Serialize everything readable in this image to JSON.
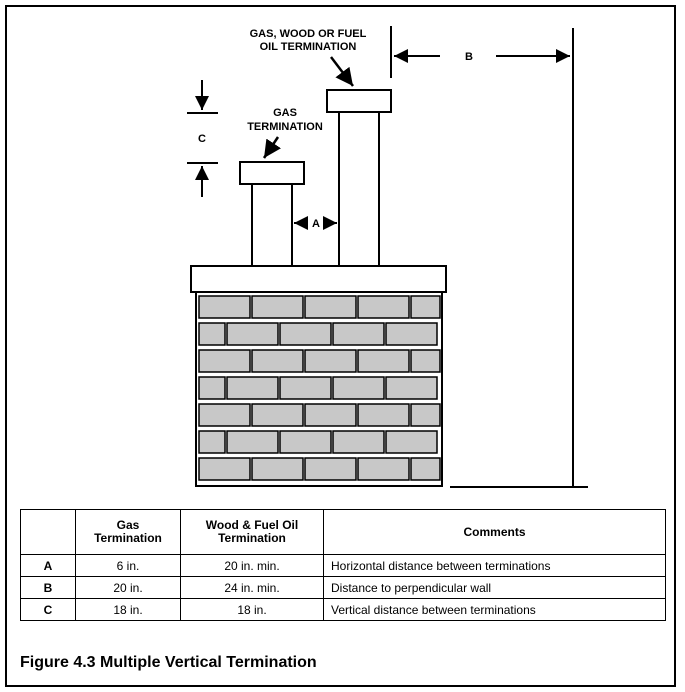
{
  "diagram": {
    "label_tall": [
      "GAS,  WOOD OR FUEL",
      "OIL TERMINATION"
    ],
    "label_short": [
      "GAS",
      "TERMINATION"
    ],
    "dim_a": "A",
    "dim_b": "B",
    "dim_c": "C"
  },
  "table": {
    "headers": [
      "",
      "Gas\nTermination",
      "Wood & Fuel Oil\nTermination",
      "Comments"
    ],
    "rows": [
      [
        "A",
        "6 in.",
        "20 in. min.",
        "Horizontal distance between terminations"
      ],
      [
        "B",
        "20 in.",
        "24 in. min.",
        "Distance to perpendicular wall"
      ],
      [
        "C",
        "18 in.",
        "18 in.",
        "Vertical distance between terminations"
      ]
    ]
  },
  "caption": "Figure 4.3  Multiple Vertical Termination"
}
